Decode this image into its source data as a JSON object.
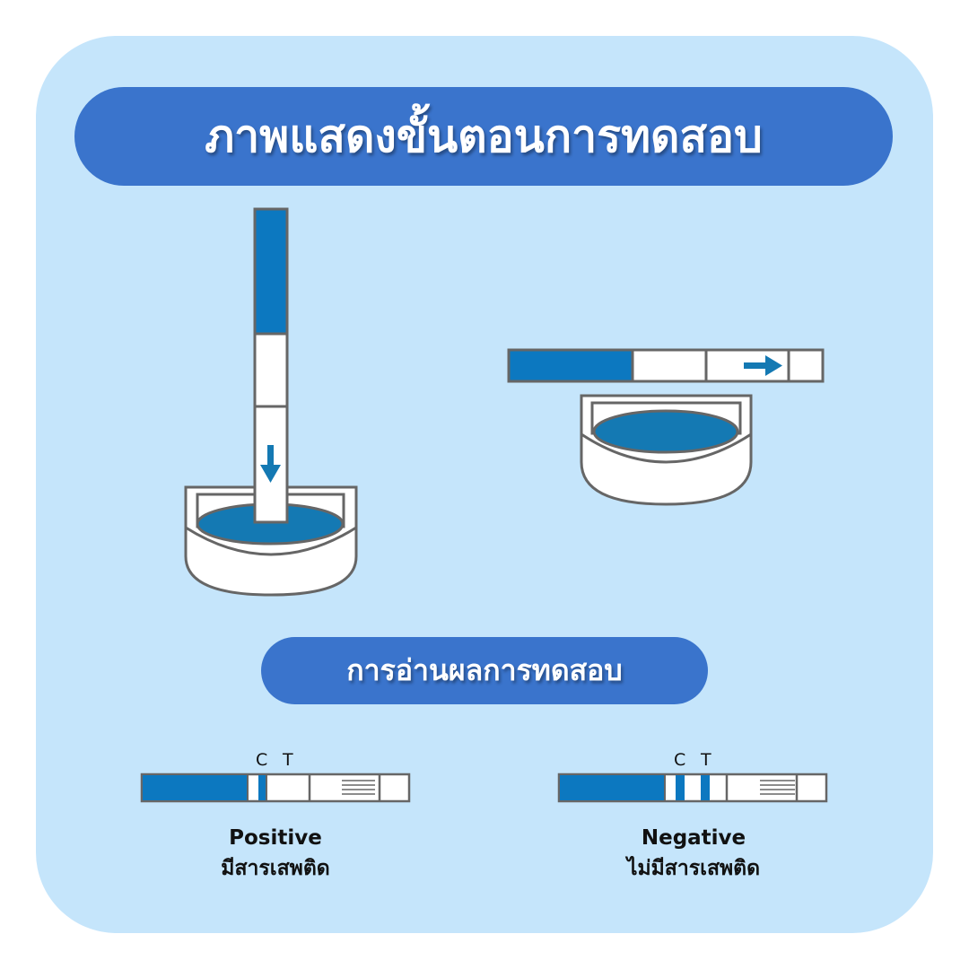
{
  "title": "ภาพแสดงขั้นตอนการทดสอบ",
  "subtitle": "การอ่านผลการทดสอบ",
  "results": [
    {
      "c_label": "C",
      "t_label": "T",
      "en": "Positive",
      "th": "มีสารเสพติด",
      "lines": [
        "C"
      ]
    },
    {
      "c_label": "C",
      "t_label": "T",
      "en": "Negative",
      "th": "ไม่มีสารเสพติด",
      "lines": [
        "C",
        "T"
      ]
    }
  ],
  "colors": {
    "card": "#c5e5fb",
    "pill": "#3a74cc",
    "strip_blue": "#0c78c0",
    "liquid": "#1479b3",
    "outline": "#666666"
  }
}
